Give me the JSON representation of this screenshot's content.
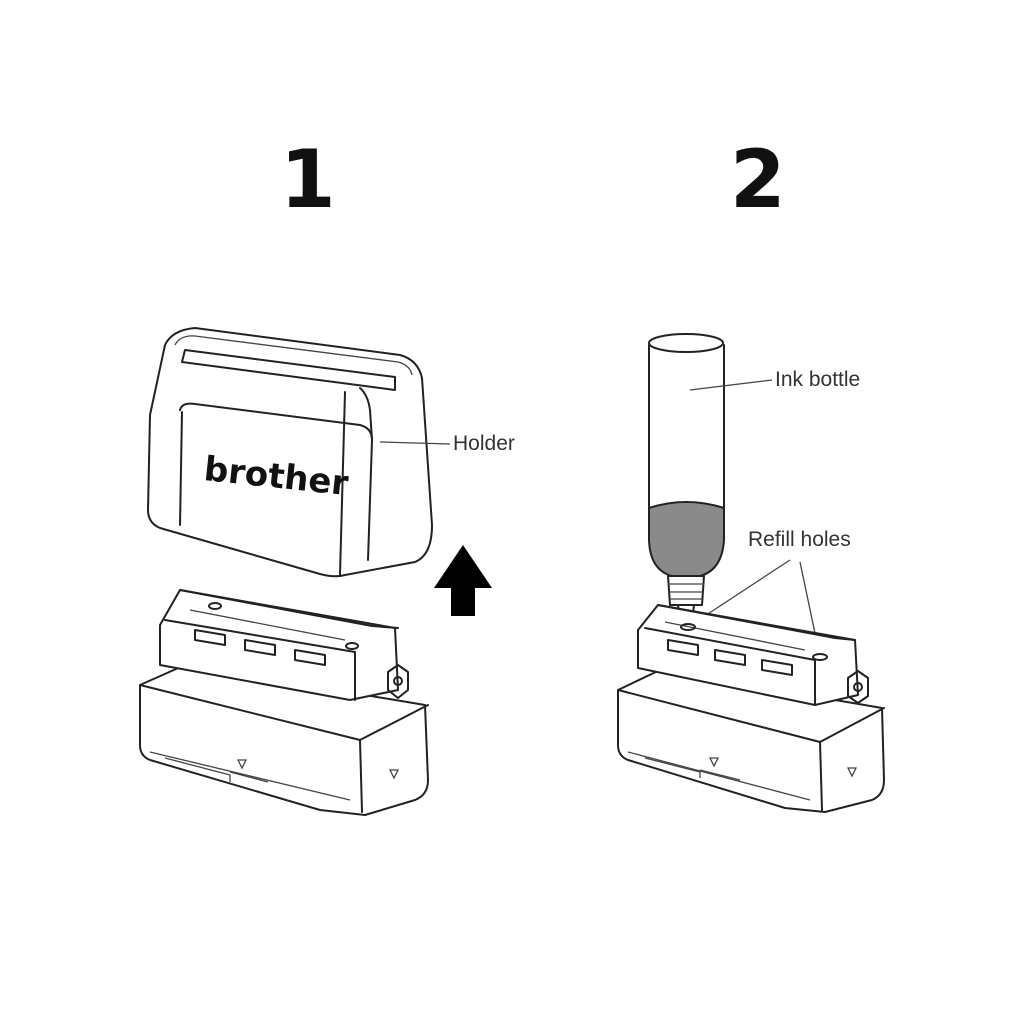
{
  "steps": [
    {
      "number": "1",
      "callouts": {
        "holder": "Holder"
      },
      "logo_text": "brother"
    },
    {
      "number": "2",
      "callouts": {
        "ink_bottle": "Ink bottle",
        "refill_holes": "Refill holes"
      }
    }
  ],
  "colors": {
    "line": "#222222",
    "ink": "#8a8a8a",
    "arrow": "#000000"
  },
  "icons": {
    "direction": "arrow-up-icon"
  }
}
